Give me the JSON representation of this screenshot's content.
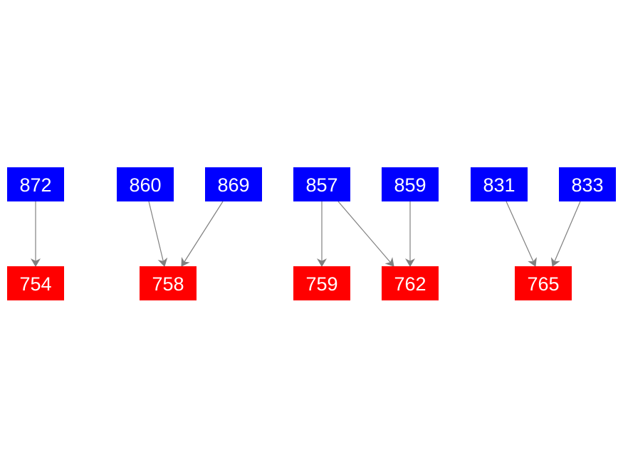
{
  "colors": {
    "source_node": "#0000ff",
    "target_node": "#ff0000",
    "node_text": "#ffffff",
    "edge": "#808080"
  },
  "nodes": [
    {
      "id": "872",
      "label": "872",
      "kind": "source"
    },
    {
      "id": "860",
      "label": "860",
      "kind": "source"
    },
    {
      "id": "869",
      "label": "869",
      "kind": "source"
    },
    {
      "id": "857",
      "label": "857",
      "kind": "source"
    },
    {
      "id": "859",
      "label": "859",
      "kind": "source"
    },
    {
      "id": "831",
      "label": "831",
      "kind": "source"
    },
    {
      "id": "833",
      "label": "833",
      "kind": "source"
    },
    {
      "id": "754",
      "label": "754",
      "kind": "target"
    },
    {
      "id": "758",
      "label": "758",
      "kind": "target"
    },
    {
      "id": "759",
      "label": "759",
      "kind": "target"
    },
    {
      "id": "762",
      "label": "762",
      "kind": "target"
    },
    {
      "id": "765",
      "label": "765",
      "kind": "target"
    }
  ],
  "edges": [
    {
      "from": "872",
      "to": "754"
    },
    {
      "from": "860",
      "to": "758"
    },
    {
      "from": "869",
      "to": "758"
    },
    {
      "from": "857",
      "to": "759"
    },
    {
      "from": "857",
      "to": "762"
    },
    {
      "from": "859",
      "to": "762"
    },
    {
      "from": "831",
      "to": "765"
    },
    {
      "from": "833",
      "to": "765"
    }
  ]
}
